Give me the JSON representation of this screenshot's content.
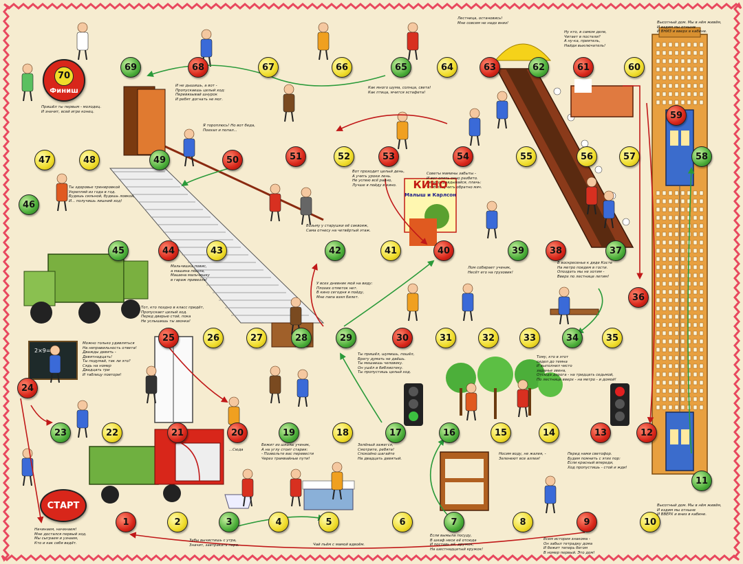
{
  "board": {
    "start_label": "СТАРТ",
    "finish_number": "70",
    "finish_label": "Финиш",
    "kino_title": "КИНО",
    "kino_subtitle": "Малыш и Карлсон"
  },
  "colors": {
    "background": "#f6ecd0",
    "border_zigzag": "#e8485e",
    "yellow_cell": "#f0dc2a",
    "red_cell": "#d8261a",
    "green_cell": "#4cae3a",
    "arrow_red": "#c01818",
    "arrow_green": "#2a9a3a"
  },
  "cells": [
    {
      "n": "1",
      "color": "red"
    },
    {
      "n": "2",
      "color": "yellow"
    },
    {
      "n": "3",
      "color": "green"
    },
    {
      "n": "4",
      "color": "yellow"
    },
    {
      "n": "5",
      "color": "yellow"
    },
    {
      "n": "6",
      "color": "yellow"
    },
    {
      "n": "7",
      "color": "green"
    },
    {
      "n": "8",
      "color": "yellow"
    },
    {
      "n": "9",
      "color": "red"
    },
    {
      "n": "10",
      "color": "yellow"
    },
    {
      "n": "11",
      "color": "green"
    },
    {
      "n": "12",
      "color": "red"
    },
    {
      "n": "13",
      "color": "red"
    },
    {
      "n": "14",
      "color": "yellow"
    },
    {
      "n": "15",
      "color": "yellow"
    },
    {
      "n": "16",
      "color": "green"
    },
    {
      "n": "17",
      "color": "green"
    },
    {
      "n": "18",
      "color": "yellow"
    },
    {
      "n": "19",
      "color": "green"
    },
    {
      "n": "20",
      "color": "red"
    },
    {
      "n": "21",
      "color": "red"
    },
    {
      "n": "22",
      "color": "yellow"
    },
    {
      "n": "23",
      "color": "green"
    },
    {
      "n": "24",
      "color": "red"
    },
    {
      "n": "25",
      "color": "red"
    },
    {
      "n": "26",
      "color": "yellow"
    },
    {
      "n": "27",
      "color": "yellow"
    },
    {
      "n": "28",
      "color": "green"
    },
    {
      "n": "29",
      "color": "green"
    },
    {
      "n": "30",
      "color": "red"
    },
    {
      "n": "31",
      "color": "yellow"
    },
    {
      "n": "32",
      "color": "yellow"
    },
    {
      "n": "33",
      "color": "yellow"
    },
    {
      "n": "34",
      "color": "green"
    },
    {
      "n": "35",
      "color": "yellow"
    },
    {
      "n": "36",
      "color": "red"
    },
    {
      "n": "37",
      "color": "green"
    },
    {
      "n": "38",
      "color": "red"
    },
    {
      "n": "39",
      "color": "green"
    },
    {
      "n": "40",
      "color": "red"
    },
    {
      "n": "41",
      "color": "yellow"
    },
    {
      "n": "42",
      "color": "green"
    },
    {
      "n": "43",
      "color": "yellow"
    },
    {
      "n": "44",
      "color": "red"
    },
    {
      "n": "45",
      "color": "green"
    },
    {
      "n": "46",
      "color": "green"
    },
    {
      "n": "47",
      "color": "yellow"
    },
    {
      "n": "48",
      "color": "yellow"
    },
    {
      "n": "49",
      "color": "green"
    },
    {
      "n": "50",
      "color": "red"
    },
    {
      "n": "51",
      "color": "red"
    },
    {
      "n": "52",
      "color": "yellow"
    },
    {
      "n": "53",
      "color": "red"
    },
    {
      "n": "54",
      "color": "red"
    },
    {
      "n": "55",
      "color": "yellow"
    },
    {
      "n": "56",
      "color": "yellow"
    },
    {
      "n": "57",
      "color": "yellow"
    },
    {
      "n": "58",
      "color": "green"
    },
    {
      "n": "59",
      "color": "red"
    },
    {
      "n": "60",
      "color": "yellow"
    },
    {
      "n": "61",
      "color": "red"
    },
    {
      "n": "62",
      "color": "green"
    },
    {
      "n": "63",
      "color": "red"
    },
    {
      "n": "64",
      "color": "yellow"
    },
    {
      "n": "65",
      "color": "green"
    },
    {
      "n": "66",
      "color": "yellow"
    },
    {
      "n": "67",
      "color": "yellow"
    },
    {
      "n": "68",
      "color": "red"
    },
    {
      "n": "69",
      "color": "green"
    }
  ],
  "verses": {
    "v1": [
      "Начинаем, начинаем!",
      "Мне досталcя первый ход.",
      "Мы сыграем и узнаем,",
      "Кто и как себя ведёт."
    ],
    "v3": [
      "Зубы вычистишь с утра,",
      "Значит, завтракать пора."
    ],
    "v5": [
      "Чай пьём с мамой вдвоём."
    ],
    "v7": [
      "Если вымыла посуду,",
      "В шкаф неси её отсюда",
      "И поставь её, дружок,",
      "На шестнадцатый кружок!"
    ],
    "v9": [
      "Всем история знакома -",
      "Он забыл тетрадку дома",
      "И бежит теперь бегом",
      "В номер первый. Это дом!"
    ],
    "v11": [
      "Высотный дом. Мы в нём живём,",
      "И ездим мы отныне",
      "И ВВЕРХ и вниз в кабине."
    ],
    "v13": [
      "Перед нами светофор.",
      "Будем помнить с этих пор:",
      "Если красный впереди,",
      "Ход пропустишь - стой и жди!"
    ],
    "v14": [
      "Носим воду, не жалея, -",
      "Зеленеют все аллеи!"
    ],
    "v17": [
      "Зелёный зажегся,",
      "Смотрите, ребята!",
      "Спокойно шагайте",
      "На двадцать девятый."
    ],
    "v19": [
      "Бежит из школы ученик,",
      "А на углу стоит старик:",
      "- Позвольте вас перевести",
      "Через трамвайные пути!"
    ],
    "v20": [
      "...Сюда"
    ],
    "v24": [
      "Можно только удивляться",
      "На неправильность ответа!",
      "Дважды девять -",
      "Девятнадцать!",
      "Ты подумай, так ли это?",
      "Сядь на номер",
      "Двадцать три",
      "И таблицу повтори!"
    ],
    "v25": [
      "Тот, кто поздно в класс придёт,",
      "Пропускает целый ход.",
      "Перед дверью стой, пока",
      "Не услышишь ты звонка!"
    ],
    "v29": [
      "У всех дневник мой на виду:",
      "Плохих отметок нет.",
      "В кино сегодня я пойду,",
      "Мне папа взял билет."
    ],
    "v30": [
      "Ты пришёл, шумишь, пошёл,",
      "Брату думать не даёшь.",
      "Ты мешаешь человеку.",
      "Он ушёл в библиотеку.",
      "Ты пропустишь целый ход."
    ],
    "v34": [
      "Тому, кто в этот",
      "сидел до темна",
      "И выполнил чисто",
      "заданье звена,",
      "Отсюда дорога - на тридцать седьмой,",
      "По лестнице вверх - на метро - и домой!"
    ],
    "v37": [
      "В воскресенье к дяде Косте",
      "На метро поедем в гости.",
      "Опоздать мы не хотим -",
      "Вверх по лестнице летим!"
    ],
    "v39": [
      "Лом собирает ученик,",
      "Несёт его на грузовик!"
    ],
    "v40": [
      "Вот проходит целый день,",
      "А учить уроки лень.",
      "Не успею всё равно,",
      "Лучше я пойду в кино."
    ],
    "v42": [
      "Возьму у старушки её саквояж,",
      "Сама отнесу на четвёртый этаж."
    ],
    "v44": [
      "Мальчишка повис,",
      "а машина пошла,",
      "Машина мальчишку",
      "в гараж привезла!"
    ],
    "v46": [
      "Ты здоровье тренировкой",
      "Укрепляй из года в год.",
      "Будешь сильной, будешь ловкой,",
      "И... получишь лишний ход!"
    ],
    "v50": [
      "Я тороплюсь! Но вот беда,",
      "Поехал и попал..."
    ],
    "v51": [
      "И не дышишь, а вот -",
      "Пропускаешь целый ход:",
      "Перевязывай шнурок",
      "И ребят догнать не мог."
    ],
    "v54": [
      "Советы мамины забыты -",
      "И вот опять окно разбито.",
      "Беги, оправдывайся, плачь:",
      "Чтоб получить обратно мяч."
    ],
    "v58": [
      "Высотный дом. Мы в нём живём,",
      "И ездим мы отныне",
      "И ВНИЗ и вверх в кабине."
    ],
    "v61": [
      "Ну кто, в самом деле,",
      "Читает в постели?",
      "А ну-ка, приятель,",
      "Найди выключатель!"
    ],
    "v63": [
      "Лестница, остановись!",
      "Мне совсем не надо вниз!"
    ],
    "v65": [
      "Как много шума, солнца, света!",
      "Как птица, мчится эстафета!"
    ],
    "v70": [
      "Пришёл ты первым - молодец.",
      "И значит, всей игре конец."
    ]
  }
}
